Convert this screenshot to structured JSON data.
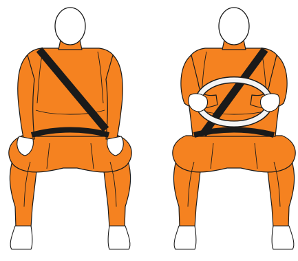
{
  "colors": {
    "body": "#f58220",
    "belt": "#1a1a1a",
    "head": "#ffffff",
    "limb": "#ffffff",
    "wheel": "#f4f4f4"
  },
  "figures": [
    {
      "name": "passenger-seated-with-seatbelt",
      "hands": "on-knees",
      "steering_wheel": false
    },
    {
      "name": "driver-seated-with-seatbelt",
      "hands": "on-steering-wheel",
      "steering_wheel": true
    }
  ]
}
